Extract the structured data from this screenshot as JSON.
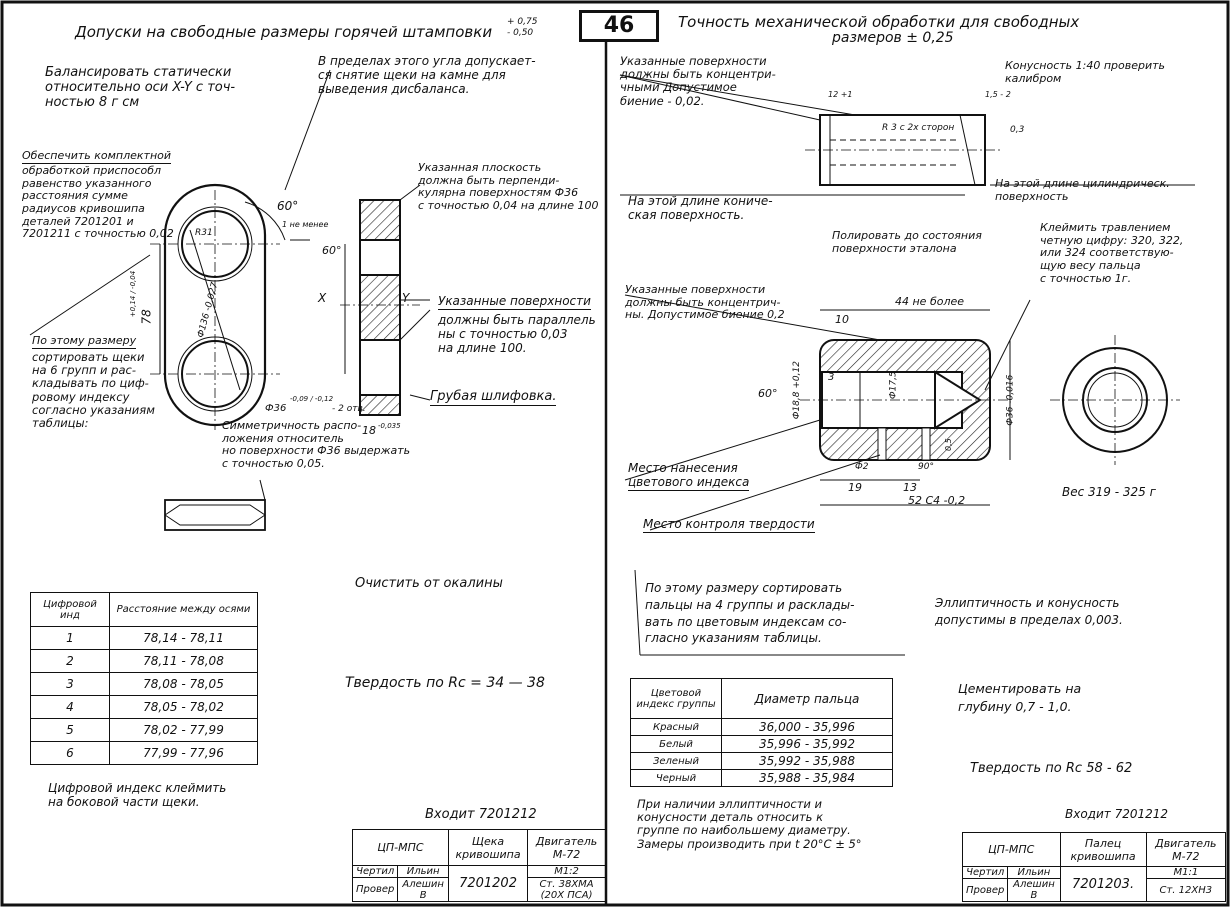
{
  "page_number": "46",
  "left": {
    "title": "Допуски на свободные размеры горячей штамповки",
    "title_tol_upper": "+ 0,75",
    "title_tol_lower": "- 0,50",
    "balance_note": "Балансировать статически\nотносительно оси X-Y с точ-\nностью 8 г см",
    "angle_note": "В пределах этого угла допускает-\nся снятие щеки на камне для\nвыведения дисбаланса.",
    "complect_title": "Обеспечить комплектной",
    "complect_note": "обработкой приспособл\nравенство указанного\nрасстояния сумме\nрадиусов кривошипа\nдеталей 7201201 и\n7201211 с точностью 0,02",
    "plane_note": "Указанная плоскость\nдолжна быть перпенди-\nкулярна поверхностям Ф36\nс точностью 0,04 на длине 100",
    "parallel_title": "Указанные поверхности",
    "parallel_note": "должны быть параллель\nны с точностью 0,03\nна длине 100.",
    "sort_title": "По этому размеру",
    "sort_note": "сортировать щеки\nна 6 групп и рас-\nкладывать по циф-\nровому индексу\nсогласно указаниям\nтаблицы:",
    "sym_note": "Симметричность распо-\nложения относитель\nно поверхности Ф36 выдержать\nс точностью 0,05.",
    "rough_grind": "Грубая шлифовка.",
    "clean_note": "Очистить от окалины",
    "hardness": "Твердость по Rс = 34 — 38",
    "digit_note": "Цифровой индекс клеймить\nна боковой части щеки.",
    "enters": "Входит 7201212",
    "dims": {
      "r31": "R31",
      "angle60": "60°",
      "min1": "1 не менее",
      "axis_x": "X",
      "axis_y": "Y",
      "d78": "78",
      "d78_tol": "+0,14 / -0,04",
      "phi136": "Ф136 -0,027",
      "phi36": "Ф36",
      "phi36_tol": "-0,09 / -0,12",
      "phi36_holes": "- 2 отв.",
      "d18": "18",
      "d18_tol": "-0,035",
      "angle60v": "60°"
    },
    "table": {
      "headers": [
        "Цифровой инд",
        "Расстояние между осями"
      ],
      "rows": [
        [
          "1",
          "78,14 - 78,11"
        ],
        [
          "2",
          "78,11 - 78,08"
        ],
        [
          "3",
          "78,08 - 78,05"
        ],
        [
          "4",
          "78,05 - 78,02"
        ],
        [
          "5",
          "78,02 - 77,99"
        ],
        [
          "6",
          "77,99 - 77,96"
        ]
      ]
    },
    "titleblock": {
      "org": "ЦП-МПС",
      "name": "Щека кривошипа",
      "engine": "Двигатель М-72",
      "scale": "М1:2",
      "drew_label": "Чертил",
      "drew_name": "Ильин",
      "checked_label": "Провер",
      "checked_name": "Алешин В",
      "number": "7201202",
      "material": "Ст. 38ХМА (20Х ПСА)"
    }
  },
  "right": {
    "title": "Точность механической обработки для свободных",
    "title2": "размеров ± 0,25",
    "concentric_note": "Указанные поверхности\nдолжны быть концентри-\nчными Допустимое\nбиение - 0,02.",
    "taper_gauge": "Конусность 1:40 проверить\nкалибром",
    "r3_note": "R 3 с 2х сторон",
    "d12": "12 +1",
    "d15": "1,5 - 2",
    "d03": "0,3",
    "taper_len": "На этой длине кониче-\nская поверхность.",
    "cyl_len": "На этой длине цилиндрическ.\nповерхность",
    "polish": "Полировать до состояния\nповерхности эталона",
    "stamp_note": "Клеймить травлением\nчетную цифру: 320, 322,\nили 324 соответствую-\nщую весу пальца\nс точностью 1г.",
    "concentric2": "Указанные поверхности\nдолжны быть концентрич-\nны. Допустимое биение 0,2",
    "dim44": "44 не более",
    "dim10": "10",
    "dim3": "3",
    "dim60": "60°",
    "dim18_8": "Ф18,8 +0,12",
    "dim17_5": "Ф17,5",
    "dim36": "Ф36 -0,016",
    "dim2": "Ф2",
    "dim90": "90°",
    "dim05": "0,5",
    "dim19": "19",
    "dim13": "13",
    "dim52": "52 С4 -0,2",
    "color_place": "Место нанесения\nцветового индекса",
    "hard_place": "Место контроля твердости",
    "weight": "Вес 319 - 325 г",
    "sort_note": "По этому размеру сортировать\nпальцы на 4 группы и расклады-\nвать по цветовым индексам со-\nгласно указаниям таблицы.",
    "ellipse_note": "Эллиптичность и конусность\nдопустимы в пределах 0,003.",
    "cement": "Цементировать на\nглубину 0,7 - 1,0.",
    "hardness": "Твердость по Rс 58 - 62",
    "measure_note": "При наличии эллиптичности и\nконусности деталь относить к\nгруппе по наибольшему диаметру.\nЗамеры производить при t 20°C ± 5°",
    "enters": "Входит 7201212",
    "table": {
      "headers": [
        "Цветовой индекс группы",
        "Диаметр пальца"
      ],
      "rows": [
        [
          "Красный",
          "36,000 - 35,996"
        ],
        [
          "Белый",
          "35,996 - 35,992"
        ],
        [
          "Зеленый",
          "35,992 - 35,988"
        ],
        [
          "Черный",
          "35,988 - 35,984"
        ]
      ]
    },
    "titleblock": {
      "org": "ЦП-МПС",
      "name": "Палец кривошипа",
      "engine": "Двигатель М-72",
      "scale": "М1:1",
      "drew_label": "Чертил",
      "drew_name": "Ильин",
      "checked_label": "Провер",
      "checked_name": "Алешин В",
      "number": "7201203.",
      "material": "Ст. 12ХН3"
    }
  }
}
